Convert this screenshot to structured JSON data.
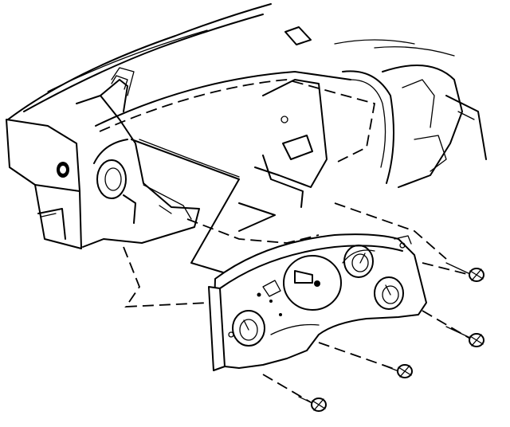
{
  "diagram": {
    "parts": [
      "instrument-panel-carrier",
      "instrument-cluster",
      "cluster-mounting-screw",
      "cluster-mounting-screw",
      "cluster-mounting-screw",
      "cluster-mounting-screw"
    ],
    "colors": {
      "line": "#000000",
      "background": "#ffffff"
    }
  }
}
